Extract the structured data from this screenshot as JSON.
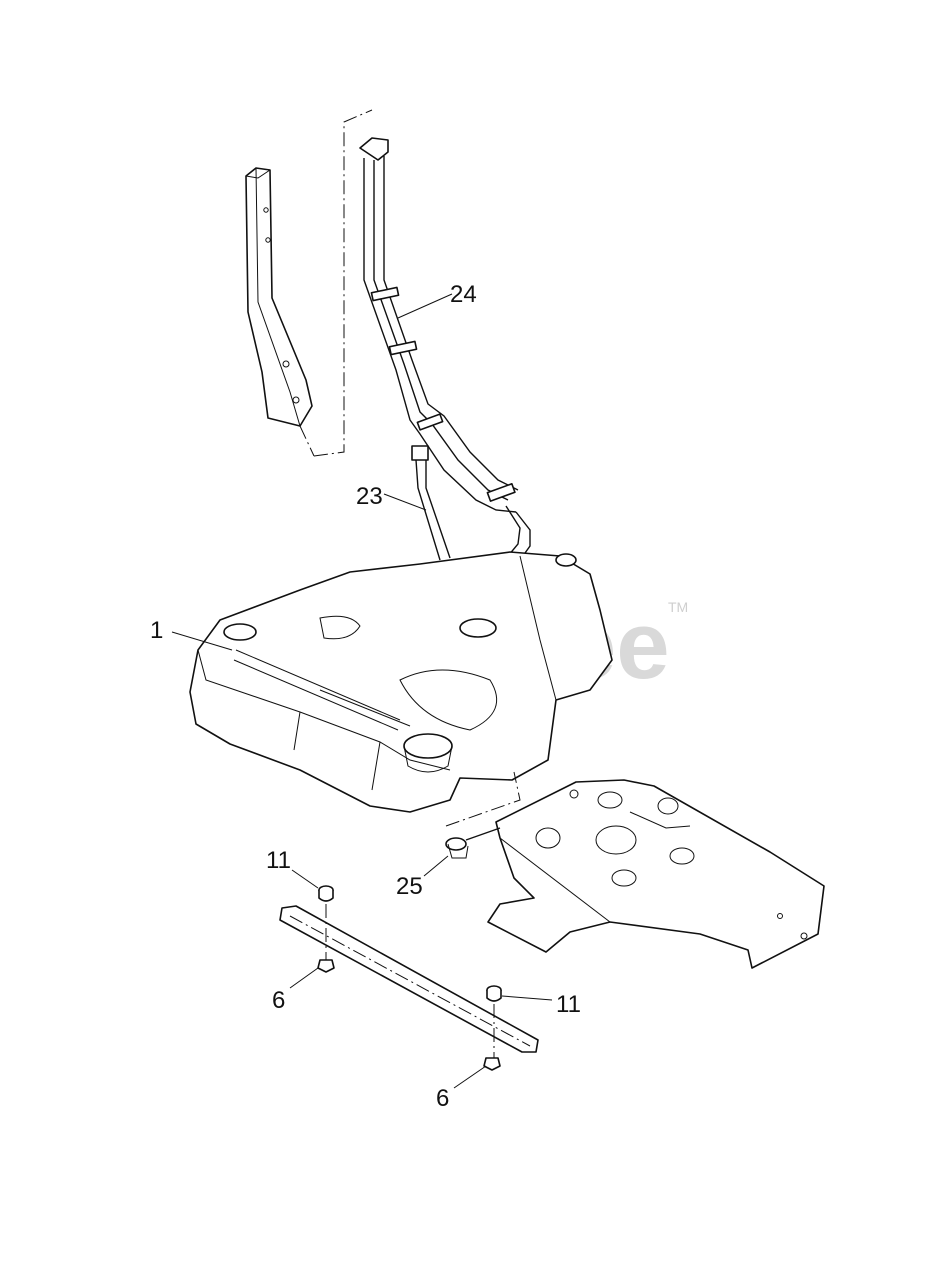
{
  "watermark": {
    "text": "PartsTree",
    "trademark": "TM"
  },
  "callouts": [
    {
      "id": "24",
      "label": "24"
    },
    {
      "id": "23",
      "label": "23"
    },
    {
      "id": "1",
      "label": "1"
    },
    {
      "id": "11a",
      "label": "11"
    },
    {
      "id": "25",
      "label": "25"
    },
    {
      "id": "6a",
      "label": "6"
    },
    {
      "id": "11b",
      "label": "11"
    },
    {
      "id": "6b",
      "label": "6"
    }
  ]
}
